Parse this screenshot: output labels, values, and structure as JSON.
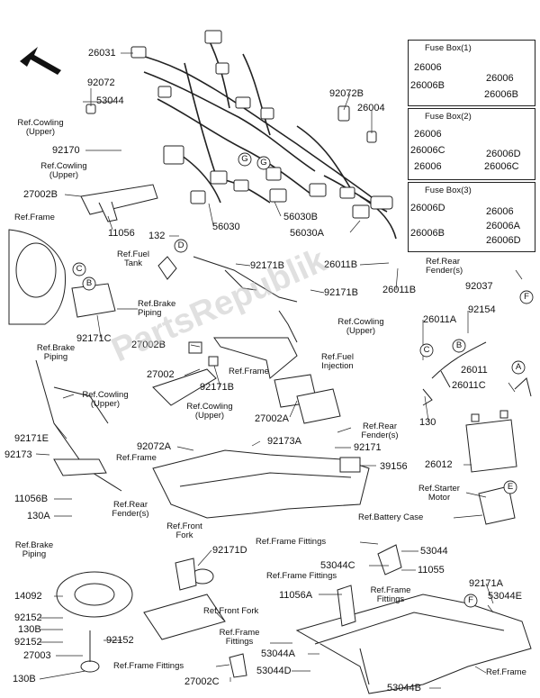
{
  "watermark": "PartsRepublik",
  "fuse_boxes": {
    "box1": {
      "title": "Fuse Box(1)",
      "left": [
        "26006",
        "26006B"
      ],
      "right": [
        "26006",
        "26006B"
      ]
    },
    "box2": {
      "title": "Fuse Box(2)",
      "left": [
        "26006",
        "26006C",
        "26006"
      ],
      "right": [
        "26006D",
        "26006C"
      ]
    },
    "box3": {
      "title": "Fuse Box(3)",
      "left": [
        "26006D",
        "26006B"
      ],
      "right": [
        "26006",
        "26006A",
        "26006D"
      ]
    }
  },
  "callouts": {
    "c_letter": "C",
    "b_letter": "B",
    "d_letter": "D",
    "e_letter": "E",
    "f_letter": "F",
    "a_letter": "A",
    "g_letter": "G"
  },
  "parts": {
    "p26031": "26031",
    "p92072": "92072",
    "p53044": "53044",
    "p92072b": "92072B",
    "p26004": "26004",
    "ref_cowling_upper1": "Ref.Cowling\n(Upper)",
    "p92170": "92170",
    "ref_cowling_upper2": "Ref.Cowling\n(Upper)",
    "p27002b_left": "27002B",
    "p11056": "11056",
    "ref_frame1": "Ref.Frame",
    "p56030": "56030",
    "p56030b": "56030B",
    "p56030a": "56030A",
    "p132": "132",
    "ref_fuel_tank": "Ref.Fuel\nTank",
    "p92171b_1": "92171B",
    "p26011b_1": "26011B",
    "p26011b_2": "26011B",
    "ref_rear_fender1": "Ref.Rear\nFender(s)",
    "p92037": "92037",
    "p92171b_2": "92171B",
    "ref_brake_piping1": "Ref.Brake\nPiping",
    "ref_cowling_upper3": "Ref.Cowling\n(Upper)",
    "p92171c": "92171C",
    "ref_brake_piping2": "Ref.Brake\nPiping",
    "p26011a": "26011A",
    "p92154": "92154",
    "p27002b_mid": "27002B",
    "ref_fuel_injection": "Ref.Fuel\nInjection",
    "ref_frame2": "Ref.Frame",
    "p26011": "26011",
    "p27002": "27002",
    "p92171b_3": "92171B",
    "p26011c": "26011C",
    "ref_cowling_upper4": "Ref.Cowling\n(Upper)",
    "ref_cowling_upper5": "Ref.Cowling\n(Upper)",
    "p27002a": "27002A",
    "p130": "130",
    "ref_rear_fender2": "Ref.Rear\nFender(s)",
    "p92171e": "92171E",
    "p92173": "92173",
    "p92072a": "92072A",
    "p92173a": "92173A",
    "p92171": "92171",
    "p26012": "26012",
    "ref_frame3": "Ref.Frame",
    "p39156": "39156",
    "p11056b": "11056B",
    "p130a": "130A",
    "ref_rear_fender3": "Ref.Rear\nFender(s)",
    "ref_starter_motor": "Ref.Starter\nMotor",
    "ref_battery_case": "Ref.Battery Case",
    "ref_front_fork1": "Ref.Front\nFork",
    "ref_frame_fittings1": "Ref.Frame Fittings",
    "p53044_b": "53044",
    "ref_brake_piping3": "Ref.Brake\nPiping",
    "p92171d": "92171D",
    "p53044c": "53044C",
    "p11055": "11055",
    "ref_frame_fittings2": "Ref.Frame Fittings",
    "p11056a": "11056A",
    "ref_frame_fittings3": "Ref.Frame\nFittings",
    "p14092": "14092",
    "ref_front_fork2": "Ref.Front Fork",
    "p92171a": "92171A",
    "p53044e": "53044E",
    "p92152_1": "92152",
    "p130b_1": "130B",
    "p92152_2": "92152",
    "p92152_3": "92152",
    "ref_frame_fittings4": "Ref.Frame\nFittings",
    "p53044a": "53044A",
    "p27003": "27003",
    "p53044d": "53044D",
    "ref_frame_fittings5": "Ref.Frame Fittings",
    "p27002c": "27002C",
    "p130b_2": "130B",
    "p53044b": "53044B",
    "ref_frame4": "Ref.Frame"
  }
}
